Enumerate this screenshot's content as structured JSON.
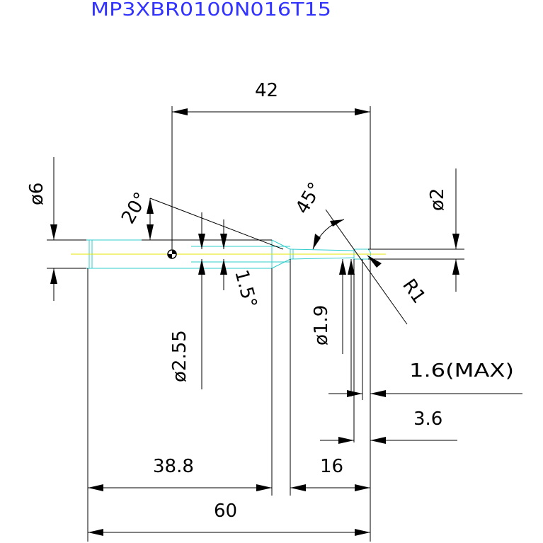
{
  "title": "MP3XBR0100N016T15",
  "colors": {
    "title": "#3333ff",
    "lines": "#000000",
    "tool_outline": "#33cccc",
    "center_axis": "#e6e600",
    "background": "#ffffff"
  },
  "dimensions": {
    "length_42": "42",
    "diameter_6": "ø6",
    "diameter_2": "ø2",
    "angle_20": "20°",
    "angle_45": "45°",
    "angle_1_5": "1.5°",
    "radius_1": "R1",
    "diameter_1_9": "ø1.9",
    "diameter_2_55": "ø2.55",
    "max_1_6": "1.6(MAX)",
    "length_3_6": "3.6",
    "length_38_8": "38.8",
    "length_16": "16",
    "length_60": "60"
  }
}
